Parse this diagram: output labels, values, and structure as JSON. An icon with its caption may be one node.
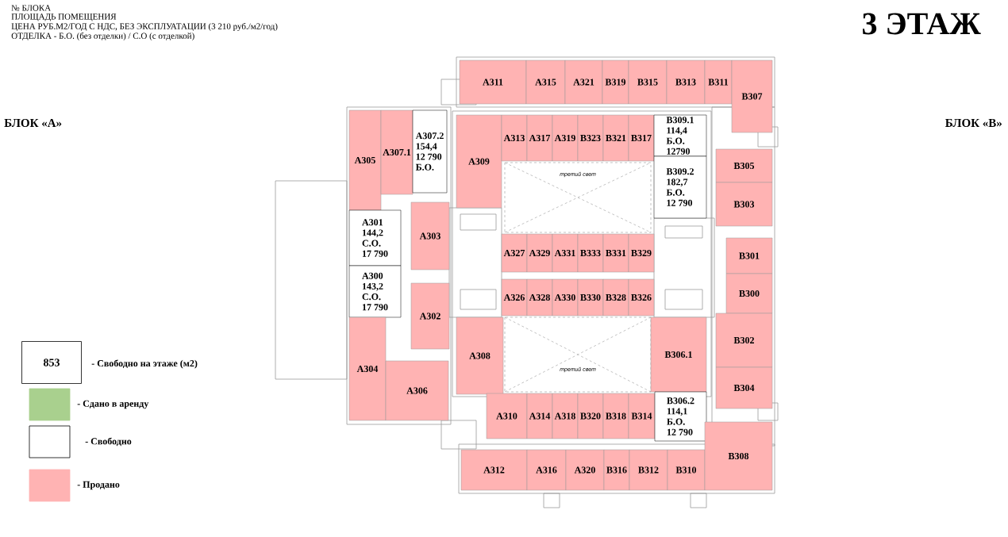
{
  "diagram": {
    "title": "3 ЭТАЖ",
    "nodes": [
      {
        "text": [
          "А311"
        ]
      },
      {
        "text": [
          "А315"
        ]
      },
      {
        "text": [
          "А321"
        ]
      },
      {
        "text": [
          "В319"
        ]
      },
      {
        "text": [
          "В315"
        ]
      },
      {
        "text": [
          "В313"
        ]
      },
      {
        "text": [
          "В311"
        ]
      },
      {
        "text": [
          "В307"
        ]
      },
      {
        "text": [
          "А305"
        ]
      },
      {
        "text": [
          "А307.1"
        ]
      },
      {
        "text": [
          "А307.2",
          "154,4",
          "12 790",
          "Б.О."
        ]
      },
      {
        "text": [
          "А309"
        ]
      },
      {
        "text": [
          "А313"
        ]
      },
      {
        "text": [
          "А317"
        ]
      },
      {
        "text": [
          "А319"
        ]
      },
      {
        "text": [
          "В323"
        ]
      },
      {
        "text": [
          "В321"
        ]
      },
      {
        "text": [
          "В317"
        ]
      },
      {
        "text": [
          "В309.1",
          "114,4",
          "Б.О.",
          "12790"
        ]
      },
      {
        "text": [
          "В305"
        ]
      },
      {
        "text": [
          "В309.2",
          "182,7",
          "Б.О.",
          "12 790"
        ]
      },
      {
        "text": [
          "В303"
        ]
      },
      {
        "text": [
          "А303"
        ]
      },
      {
        "text": [
          "А301",
          "144,2",
          "С.О.",
          "17 790"
        ]
      },
      {
        "text": [
          "А327"
        ]
      },
      {
        "text": [
          "А329"
        ]
      },
      {
        "text": [
          "А331"
        ]
      },
      {
        "text": [
          "В333"
        ]
      },
      {
        "text": [
          "В331"
        ]
      },
      {
        "text": [
          "В329"
        ]
      },
      {
        "text": [
          "В301"
        ]
      },
      {
        "text": [
          "А300",
          "143,2",
          "С.О.",
          "17 790"
        ]
      },
      {
        "text": [
          "А326"
        ]
      },
      {
        "text": [
          "А328"
        ]
      },
      {
        "text": [
          "А330"
        ]
      },
      {
        "text": [
          "В330"
        ]
      },
      {
        "text": [
          "В328"
        ]
      },
      {
        "text": [
          "В326"
        ]
      },
      {
        "text": [
          "В300"
        ]
      },
      {
        "text": [
          "А302"
        ]
      },
      {
        "text": [
          "А308"
        ]
      },
      {
        "text": [
          "В306.1"
        ]
      },
      {
        "text": [
          "В302"
        ]
      },
      {
        "text": [
          "А304"
        ]
      },
      {
        "text": [
          "А306"
        ]
      },
      {
        "text": [
          "В304"
        ]
      },
      {
        "text": [
          "А310"
        ]
      },
      {
        "text": [
          "А314"
        ]
      },
      {
        "text": [
          "А318"
        ]
      },
      {
        "text": [
          "В320"
        ]
      },
      {
        "text": [
          "В318"
        ]
      },
      {
        "text": [
          "В314"
        ]
      },
      {
        "text": [
          "В306.2",
          "114,1",
          "Б.О.",
          "12 790"
        ]
      },
      {
        "text": [
          "А312"
        ]
      },
      {
        "text": [
          "А316"
        ]
      },
      {
        "text": [
          "А320"
        ]
      },
      {
        "text": [
          "В316"
        ]
      },
      {
        "text": [
          "В312"
        ]
      },
      {
        "text": [
          "В310"
        ]
      },
      {
        "text": [
          "В308"
        ]
      }
    ],
    "labels": [
      "№ БЛОКА",
      "ПЛОЩАДЬ ПОМЕЩЕНИЯ",
      "ЦЕНА РУБ.М2/ГОД С НДС, БЕЗ ЭКСПЛУАТАЦИИ (3 210 руб./м2/год)",
      "ОТДЕЛКА - Б.О. (без отделки) / С.О (с отделкой)",
      "БЛОК «А»",
      "БЛОК «В»",
      "третий свет",
      "третий свет",
      "853"
    ],
    "legend": [
      {
        "text": "- Свободно на этаже (м2)"
      },
      {
        "text": "- Сдано в аренду",
        "color": "#a9d08e"
      },
      {
        "text": "- Свободно"
      },
      {
        "text": "- Продано",
        "color": "#ffb3b3"
      }
    ]
  }
}
